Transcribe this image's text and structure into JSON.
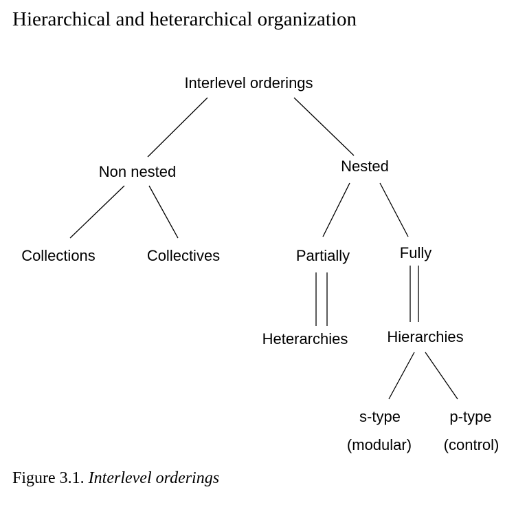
{
  "heading": "Hierarchical and heterarchical organization",
  "diagram": {
    "root": "Interlevel orderings",
    "non_nested": "Non nested",
    "nested": "Nested",
    "collections": "Collections",
    "collectives": "Collectives",
    "partially": "Partially",
    "fully": "Fully",
    "heterarchies": "Heterarchies",
    "hierarchies": "Hierarchies",
    "s_type": "s-type",
    "s_type_note": "(modular)",
    "p_type": "p-type",
    "p_type_note": "(control)"
  },
  "caption": {
    "label": "Figure 3.1.",
    "title": "Interlevel orderings"
  }
}
